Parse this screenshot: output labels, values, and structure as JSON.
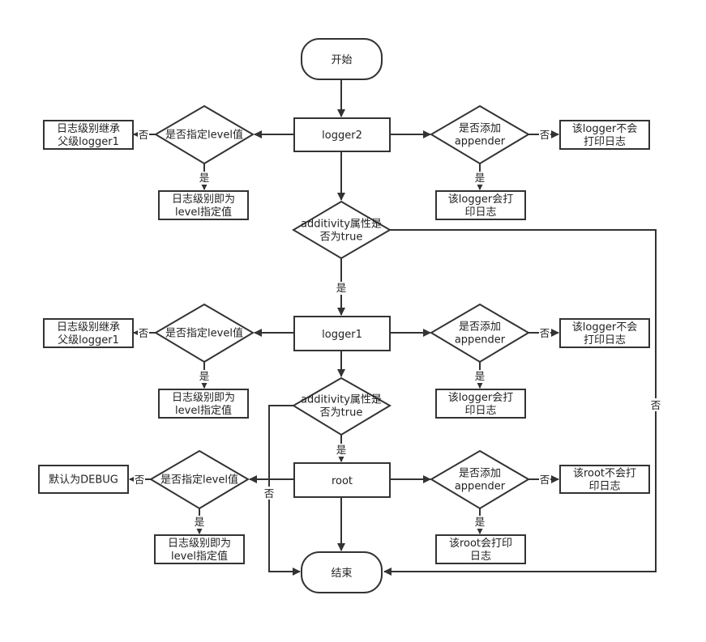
{
  "nodes": {
    "start": "开始",
    "end": "结束",
    "logger2": "logger2",
    "logger1": "logger1",
    "root": "root",
    "dec_level_2": [
      "是否指定level值"
    ],
    "dec_level_1": [
      "是否指定level值"
    ],
    "dec_level_root": [
      "是否指定level值"
    ],
    "dec_app_2": [
      "是否添加",
      "appender"
    ],
    "dec_app_1": [
      "是否添加",
      "appender"
    ],
    "dec_app_root": [
      "是否添加",
      "appender"
    ],
    "dec_add_2": [
      "additivity属性是",
      "否为true"
    ],
    "dec_add_1": [
      "additivity属性是",
      "否为true"
    ],
    "inherit_2": [
      "日志级别继承",
      "父级logger1"
    ],
    "inherit_1": [
      "日志级别继承",
      "父级logger1"
    ],
    "default_root": [
      "默认为DEBUG"
    ],
    "level_2": [
      "日志级别即为",
      "level指定值"
    ],
    "level_1": [
      "日志级别即为",
      "level指定值"
    ],
    "level_root": [
      "日志级别即为",
      "level指定值"
    ],
    "noprint_2": [
      "该logger不会",
      "打印日志"
    ],
    "noprint_1": [
      "该logger不会",
      "打印日志"
    ],
    "noprint_root": [
      "该root不会打",
      "印日志"
    ],
    "print_2": [
      "该logger会打",
      "印日志"
    ],
    "print_1": [
      "该logger会打",
      "印日志"
    ],
    "print_root": [
      "该root会打印",
      "日志"
    ]
  },
  "labels": {
    "yes": "是",
    "no": "否"
  }
}
